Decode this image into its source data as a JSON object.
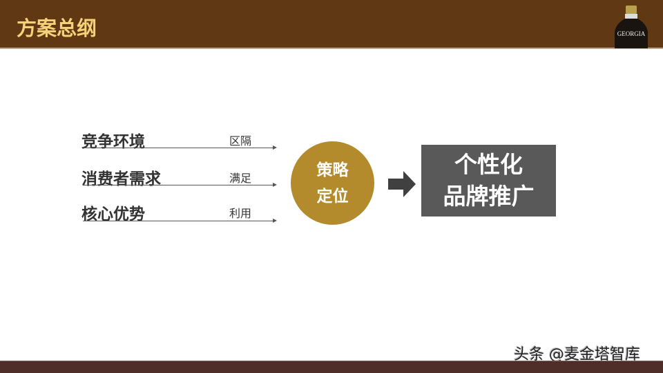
{
  "header": {
    "title": "方案总纲",
    "logo_text": "GEORGIA"
  },
  "inputs": [
    {
      "label": "竞争环境",
      "action": "区隔"
    },
    {
      "label": "消费者需求",
      "action": "满足"
    },
    {
      "label": "核心优势",
      "action": "利用"
    }
  ],
  "center": {
    "line1": "策略",
    "line2": "定位"
  },
  "result": {
    "line1": "个性化",
    "line2": "品牌推广"
  },
  "watermark": "头条 @麦金塔智库",
  "colors": {
    "header": "#603813",
    "title": "#f5d27a",
    "circle": "#b38b2d",
    "box": "#595959",
    "footer": "#4f2d29"
  }
}
